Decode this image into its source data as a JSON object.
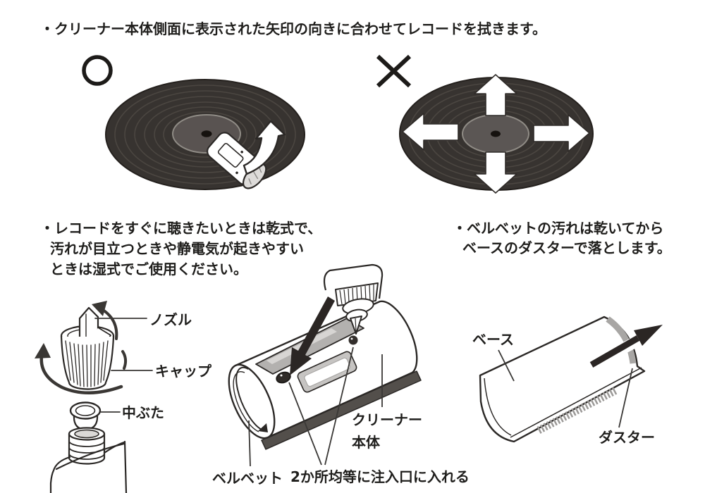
{
  "instructions": {
    "wipe_direction": "・クリーナー本体側面に表示された矢印の向きに合わせてレコードを拭きます。",
    "dry_wet_lines": [
      "・レコードをすぐに聴きたいときは乾式で、",
      "汚れが目立つときや静電気が起きやすい",
      "ときは湿式でご使用ください。"
    ],
    "velvet_care_lines": [
      "・ベルベットの汚れは乾いてから",
      "ベースのダスターで落とします。"
    ]
  },
  "marks": {
    "correct": "○",
    "wrong": "×"
  },
  "labels": {
    "nozzle": "ノズル",
    "cap": "キャップ",
    "inner_lid": "中ぶた",
    "velvet": "ベルベット",
    "fill_two_spots": "2か所均等に注入口に入れる",
    "cleaner_body_1": "クリーナー",
    "cleaner_body_2": "本体",
    "base": "ベース",
    "duster": "ダスター"
  },
  "colors": {
    "ink": "#2b2826",
    "record_body": "#373330",
    "record_groove": "#4b4641",
    "record_label": "#595351",
    "panel_gray": "#b3b1af",
    "strip_dark": "#534f4b",
    "duster_gray": "#a8a6a4"
  }
}
